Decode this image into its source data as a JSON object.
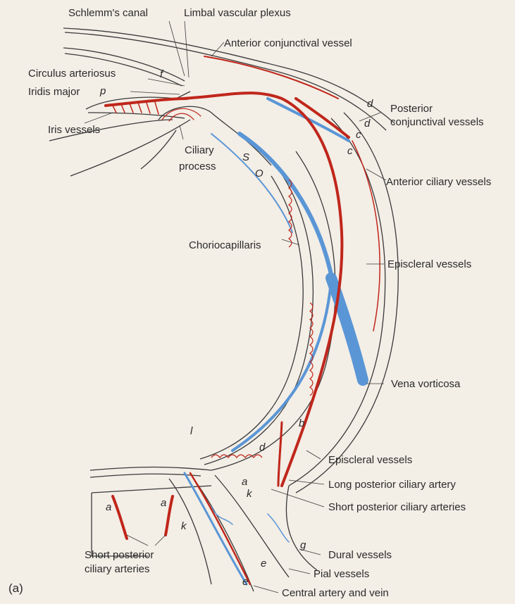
{
  "labels": {
    "schlemms_canal": "Schlemm's canal",
    "limbal_vascular_plexus": "Limbal vascular plexus",
    "anterior_conjunctival_vessel": "Anterior conjunctival vessel",
    "circulus_arteriosus": "Circulus arteriosus",
    "iridis_major": "Iridis major",
    "iris_vessels": "Iris vessels",
    "ciliary_process_1": "Ciliary",
    "ciliary_process_2": "process",
    "posterior_conjunctival_1": "Posterior",
    "posterior_conjunctival_2": "conjunctival vessels",
    "anterior_ciliary_vessels": "Anterior ciliary vessels",
    "choriocapillaris": "Choriocapillaris",
    "episcleral_vessels_upper": "Episcleral vessels",
    "vena_vorticosa": "Vena vorticosa",
    "episcleral_vessels_lower": "Episcleral vessels",
    "long_posterior_ciliary_artery": "Long posterior ciliary artery",
    "short_posterior_ciliary_arteries_right": "Short posterior ciliary arteries",
    "dural_vessels": "Dural vessels",
    "pial_vessels": "Pial vessels",
    "central_artery_and_vein": "Central artery and vein",
    "short_posterior_ciliary_left_1": "Short posterior",
    "short_posterior_ciliary_left_2": "ciliary arteries"
  },
  "letters": {
    "f": "f",
    "p": "p",
    "s": "S",
    "o": "O",
    "d_top": "d",
    "c1": "c",
    "d2": "d",
    "c2": "c",
    "b": "b",
    "d_low": "d",
    "l": "l",
    "a1": "a",
    "k1": "k",
    "a2": "a",
    "a3": "a",
    "k2": "k",
    "g": "g",
    "e1": "e",
    "e2": "e"
  },
  "panel_label": "(a)",
  "colors": {
    "artery": "#c0261b",
    "vein": "#5a96d6",
    "outline": "#3a3a3a",
    "background": "#f3eee6"
  }
}
